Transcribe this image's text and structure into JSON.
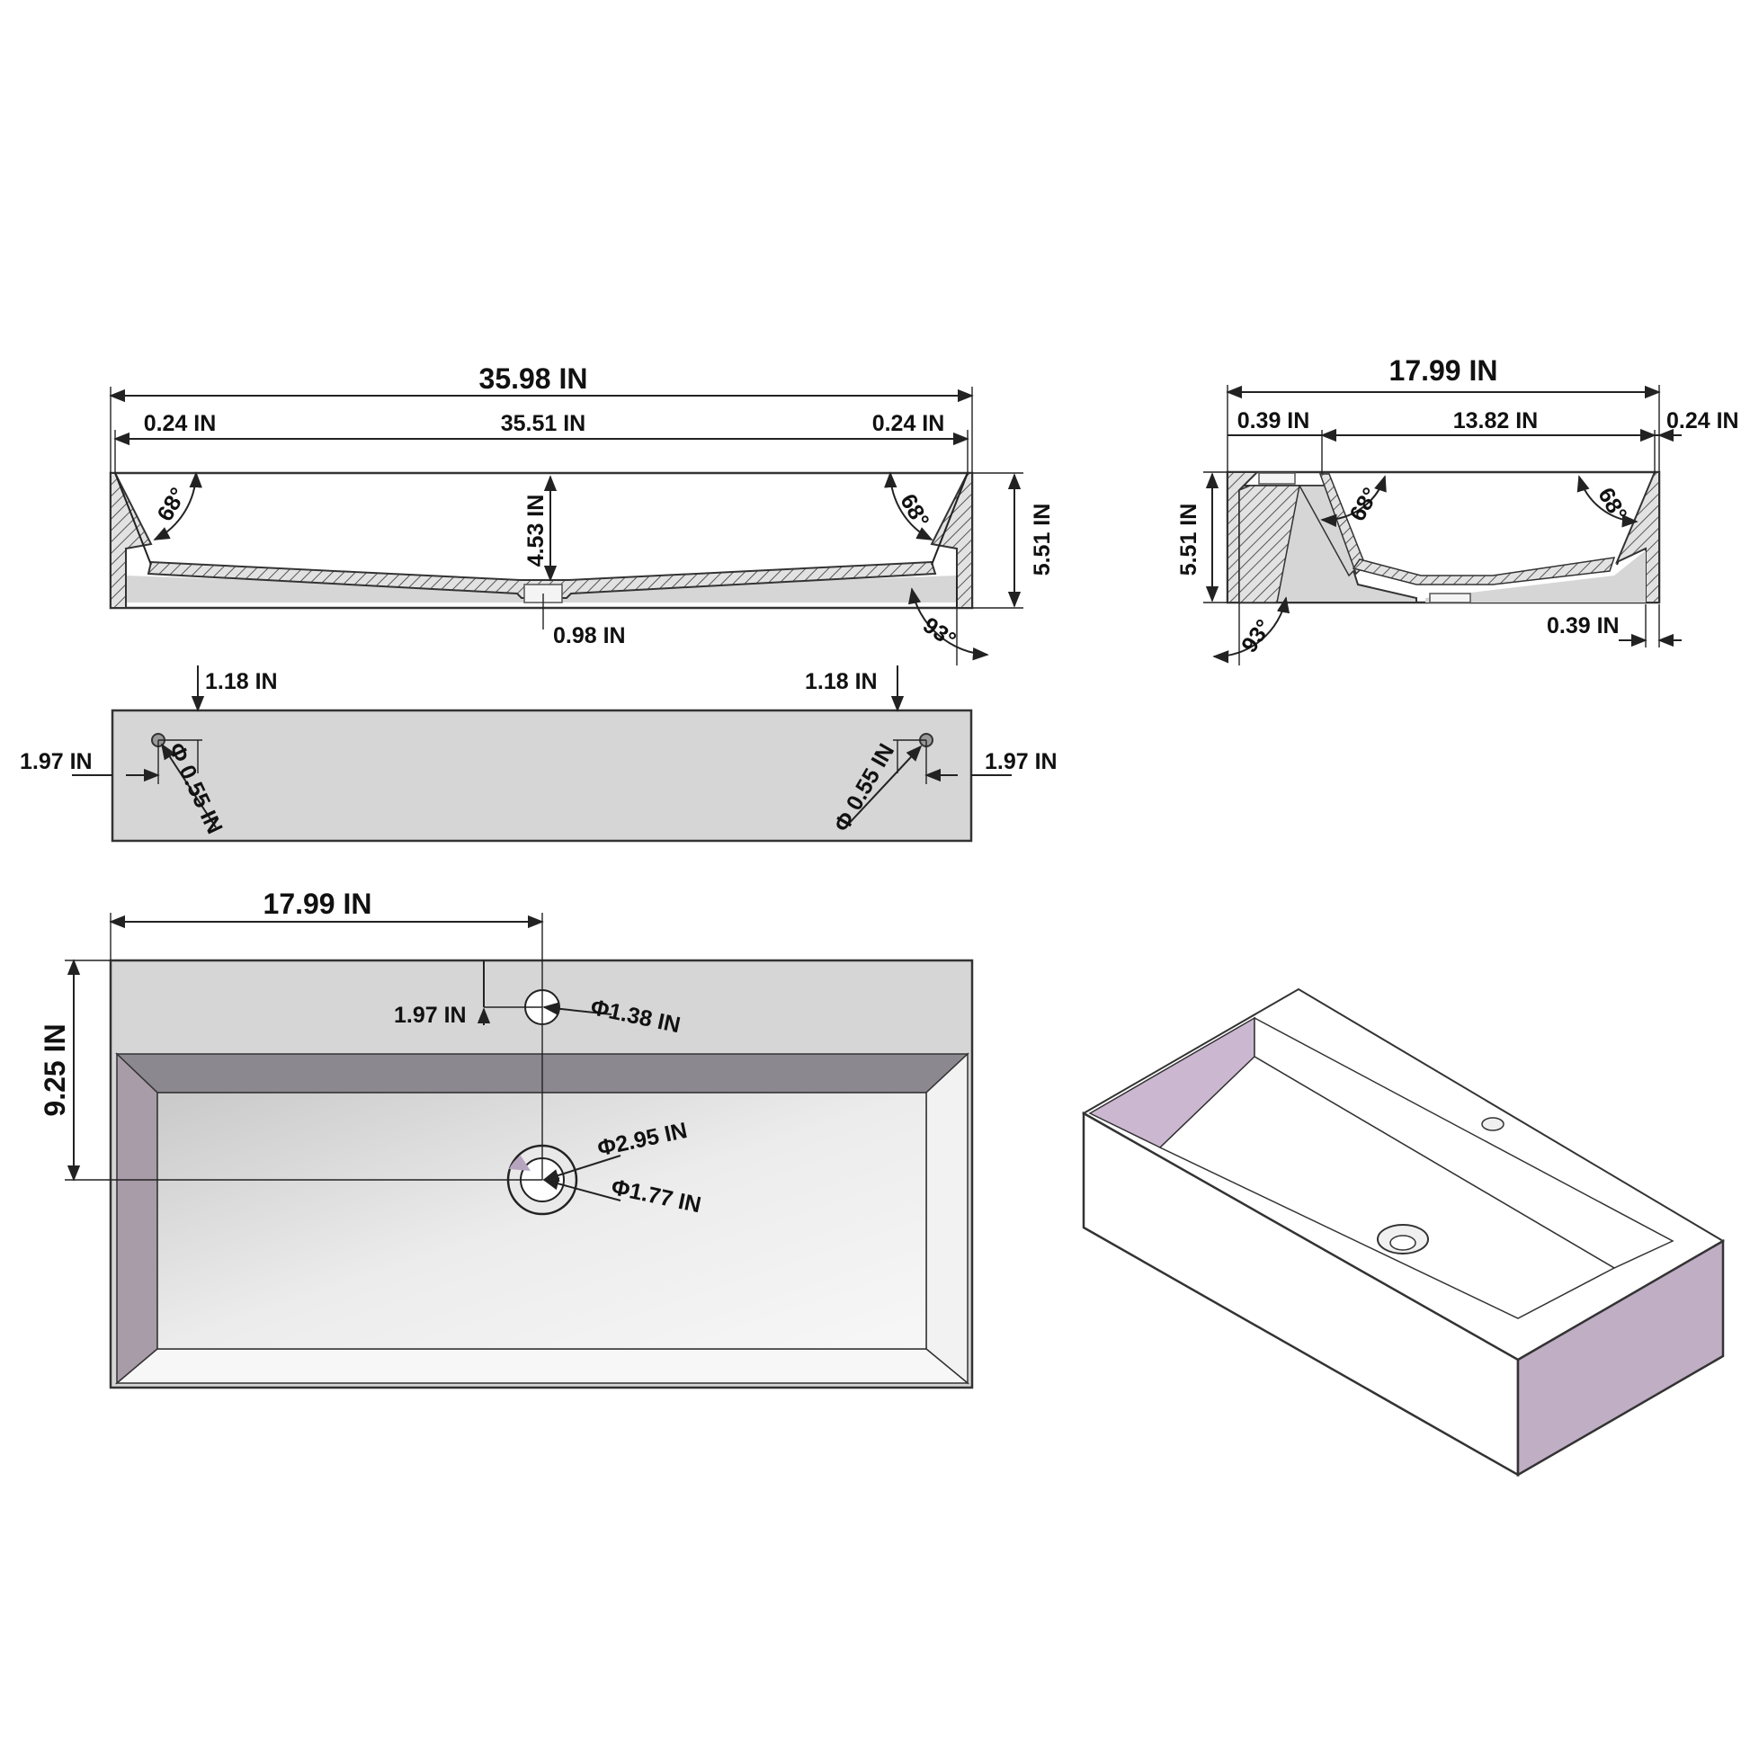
{
  "colors": {
    "background": "#ffffff",
    "line": "#222222",
    "section_fill": "#d6d6d6",
    "basin_top": "#8c8890",
    "basin_side": "#a89ca8",
    "iso_side": "#cbb8d0",
    "iso_end": "#bfaec4"
  },
  "front_section": {
    "overall_width": "35.98 IN",
    "left_wall": "0.24 IN",
    "inner_width": "35.51 IN",
    "right_wall": "0.24 IN",
    "basin_depth": "4.53 IN",
    "total_height": "5.51 IN",
    "drain": "0.98 IN",
    "angle_left": "68°",
    "angle_right": "68°",
    "angle_bottom": "93°"
  },
  "side_section": {
    "overall_width": "17.99 IN",
    "back_wall": "0.39 IN",
    "inner_width": "13.82 IN",
    "front_wall": "0.24 IN",
    "total_height": "5.51 IN",
    "base_offset": "0.39 IN",
    "angle_left": "68°",
    "angle_right": "68°",
    "angle_bottom": "93°"
  },
  "bottom_view": {
    "left_offset_y": "1.18 IN",
    "right_offset_y": "1.18 IN",
    "left_offset_x": "1.97 IN",
    "right_offset_x": "1.97 IN",
    "left_hole": "Φ 0.55 IN",
    "right_hole": "Φ 0.55 IN"
  },
  "top_view": {
    "center_offset": "17.99 IN",
    "depth_to_drain": "9.25 IN",
    "faucet_offset": "1.97 IN",
    "faucet_hole": "Φ1.38 IN",
    "drain_outer": "Φ2.95 IN",
    "drain_inner": "Φ1.77 IN"
  }
}
